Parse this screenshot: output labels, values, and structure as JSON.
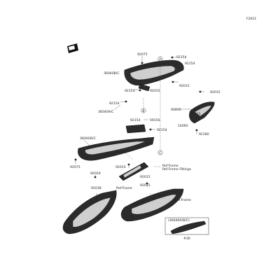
{
  "figure_code": "F2611",
  "callouts": {
    "c_92075_top": "92075",
    "c_36040b": "36040B/C",
    "c_92154_a": "92154",
    "c_92154_b": "92154",
    "c_92015_a": "92015",
    "c_92015_b": "92015",
    "c_92154_c": "92154",
    "c_92015_c": "92015",
    "c_92015_d": "92015",
    "c_92154_d": "92154",
    "c_36040a": "36040A/C",
    "c_59156": "59156",
    "c_92154_e": "92154",
    "c_92015_e": "92015",
    "c_14092": "14092",
    "c_92180": "92180",
    "c_92154_f": "92154",
    "c_36040d": "36040D/C",
    "c_92075_mid": "92075",
    "c_92015_f": "92015",
    "c_92029": "92029",
    "c_92015_g": "92015",
    "c_92015_h": "92015",
    "c_92038": "92038",
    "c_ref_frame_1": "Ref.Frame",
    "c_ref_frame_fittings": "Ref.Frame Fittings",
    "c_ref_frame_2": "Ref.Frame",
    "c_ref_frame_3": "Ref.Frame"
  },
  "inset": {
    "label": "(36040A/B/C)",
    "caption": "#30"
  },
  "markers": {
    "a": "A",
    "b": "B",
    "c": "C"
  }
}
